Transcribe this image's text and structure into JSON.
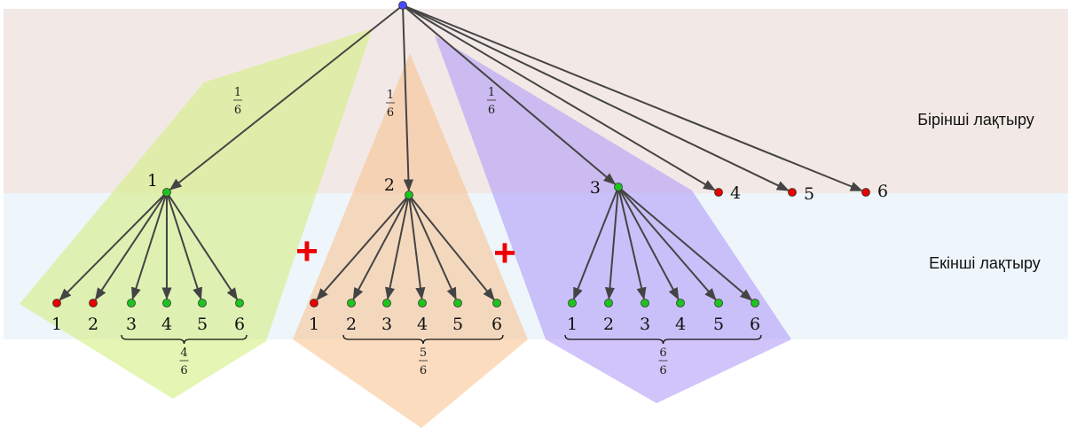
{
  "labels": {
    "first_throw": "Бірінші лақтыру",
    "second_throw": "Екінші лақтыру",
    "plus": "+"
  },
  "colors": {
    "band_first": "#f2e9e6",
    "band_second": "#eef6fc",
    "group1": "#dff0a0",
    "group2": "#f6cba0",
    "group3": "#c7b5f5",
    "node_green": "#1ec41e",
    "node_red": "#e80000",
    "node_root": "#4a4aff",
    "edge": "#444444",
    "plus": "#ee0000"
  },
  "edge_probability": {
    "num": "1",
    "den": "6"
  },
  "level1": [
    {
      "label": "1",
      "state": "green"
    },
    {
      "label": "2",
      "state": "green"
    },
    {
      "label": "3",
      "state": "green"
    },
    {
      "label": "4",
      "state": "red"
    },
    {
      "label": "5",
      "state": "red"
    },
    {
      "label": "6",
      "state": "red"
    }
  ],
  "groups": [
    {
      "parent": "1",
      "leaves": [
        {
          "label": "1",
          "state": "red"
        },
        {
          "label": "2",
          "state": "red"
        },
        {
          "label": "3",
          "state": "green"
        },
        {
          "label": "4",
          "state": "green"
        },
        {
          "label": "5",
          "state": "green"
        },
        {
          "label": "6",
          "state": "green"
        }
      ],
      "sum": {
        "num": "4",
        "den": "6"
      }
    },
    {
      "parent": "2",
      "leaves": [
        {
          "label": "1",
          "state": "red"
        },
        {
          "label": "2",
          "state": "green"
        },
        {
          "label": "3",
          "state": "green"
        },
        {
          "label": "4",
          "state": "green"
        },
        {
          "label": "5",
          "state": "green"
        },
        {
          "label": "6",
          "state": "green"
        }
      ],
      "sum": {
        "num": "5",
        "den": "6"
      }
    },
    {
      "parent": "3",
      "leaves": [
        {
          "label": "1",
          "state": "green"
        },
        {
          "label": "2",
          "state": "green"
        },
        {
          "label": "3",
          "state": "green"
        },
        {
          "label": "4",
          "state": "green"
        },
        {
          "label": "5",
          "state": "green"
        },
        {
          "label": "6",
          "state": "green"
        }
      ],
      "sum": {
        "num": "6",
        "den": "6"
      }
    }
  ]
}
